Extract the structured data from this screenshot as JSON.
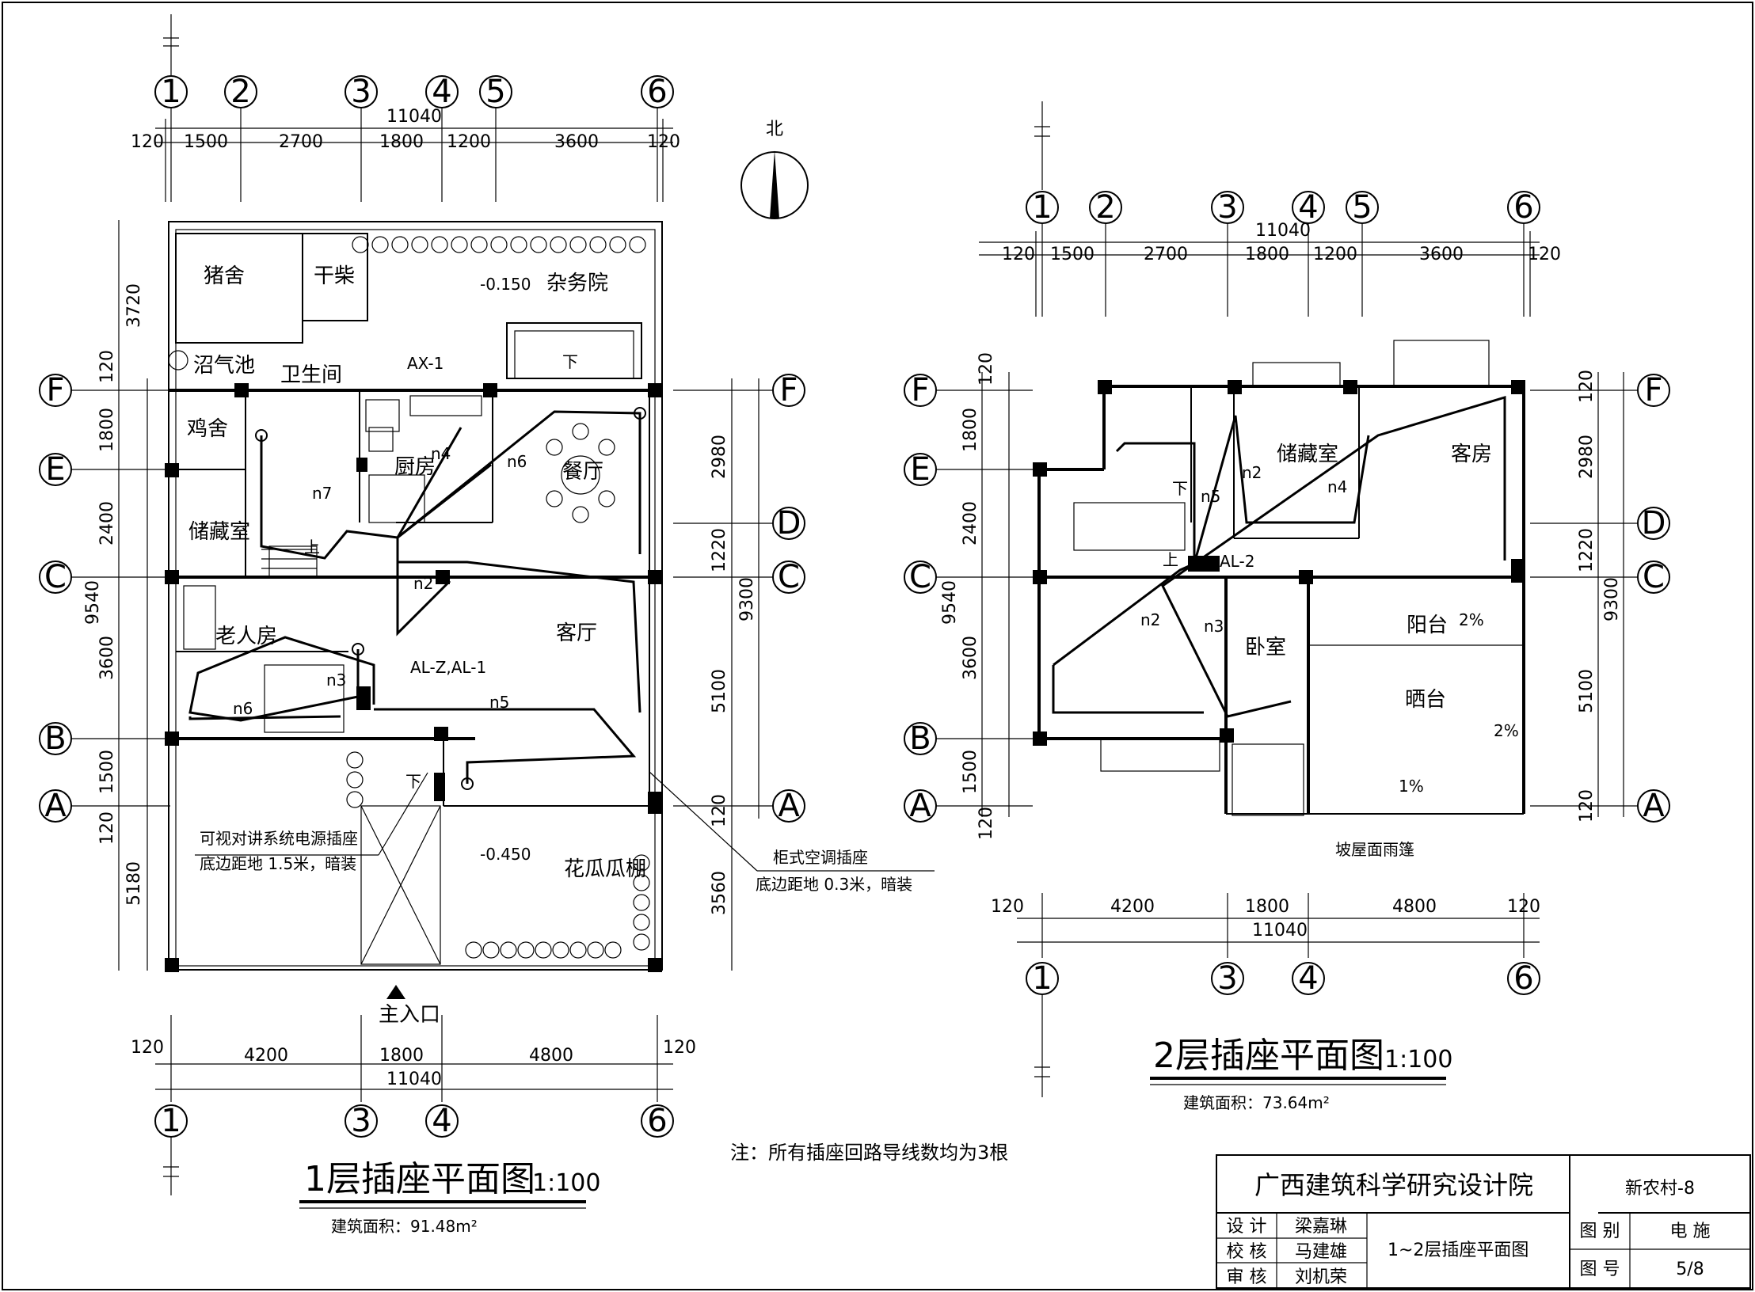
{
  "north": "北",
  "plan1": {
    "title": "1层插座平面图",
    "scale": "1:100",
    "area": "建筑面积：91.48m²",
    "axes_v": [
      "1",
      "2",
      "3",
      "4",
      "5",
      "6"
    ],
    "axes_h": [
      "F",
      "E",
      "D",
      "C",
      "B",
      "A"
    ],
    "top_dims": [
      "120",
      "1500",
      "2700",
      "1800",
      "1200",
      "3600",
      "120"
    ],
    "top_total": "11040",
    "bot_dims": [
      "120",
      "4200",
      "1800",
      "4800",
      "120"
    ],
    "bot_total": "11040",
    "bot_axes": [
      "1",
      "3",
      "4",
      "6"
    ],
    "left_dims": [
      "3720",
      "120",
      "1800",
      "2400",
      "3600",
      "1500",
      "120",
      "5180"
    ],
    "left_total": "9540",
    "right_dims": [
      "2980",
      "1220",
      "5100",
      "120",
      "3560"
    ],
    "right_total": "9300",
    "rooms": {
      "pig": "猪舍",
      "wood": "干柴",
      "yard": "杂务院",
      "yard_level": "-0.150",
      "biogas": "沼气池",
      "chicken": "鸡舍",
      "wc": "卫生间",
      "kitchen": "厨房",
      "dining": "餐厅",
      "storage": "储藏室",
      "elder": "老人房",
      "living": "客厅",
      "garden": "花瓜瓜棚",
      "garden_level": "-0.450",
      "entrance": "主入口",
      "stair_up": "上",
      "stair_down": "下"
    },
    "circuits": [
      "n2",
      "n3",
      "n4",
      "n5",
      "n6",
      "n6",
      "n7"
    ],
    "panels": [
      "AX-1",
      "AL-Z,AL-1"
    ],
    "note1a": "可视对讲系统电源插座",
    "note1b": "底边距地 1.5米，暗装",
    "note2a": "柜式空调插座",
    "note2b": "底边距地 0.3米，暗装"
  },
  "plan2": {
    "title": "2层插座平面图",
    "scale": "1:100",
    "area": "建筑面积：73.64m²",
    "axes_v": [
      "1",
      "2",
      "3",
      "4",
      "5",
      "6"
    ],
    "axes_h": [
      "F",
      "E",
      "D",
      "C",
      "B",
      "A"
    ],
    "top_dims": [
      "120",
      "1500",
      "2700",
      "1800",
      "1200",
      "3600",
      "120"
    ],
    "top_total": "11040",
    "bot_dims": [
      "120",
      "4200",
      "1800",
      "4800",
      "120"
    ],
    "bot_total": "11040",
    "bot_axes": [
      "1",
      "3",
      "4",
      "6"
    ],
    "left_dims": [
      "120",
      "1800",
      "2400",
      "3600",
      "1500",
      "120"
    ],
    "left_total": "9540",
    "right_dims": [
      "120",
      "2980",
      "1220",
      "5100",
      "120"
    ],
    "right_total": "9300",
    "rooms": {
      "storage": "储藏室",
      "guest": "客房",
      "bedroom": "卧室",
      "balcony": "阳台",
      "terrace": "晒台",
      "slope1": "2%",
      "slope2": "2%",
      "slope3": "1%",
      "stair_up": "上",
      "stair_down": "下",
      "eave": "坡屋面雨篷"
    },
    "circuits": [
      "n2",
      "n2",
      "n3",
      "n4",
      "n5"
    ],
    "panels": [
      "AL-2"
    ]
  },
  "general_note": "注：所有插座回路导线数均为3根",
  "title_block": {
    "institute": "广西建筑科学研究设计院",
    "project": "新农村-8",
    "rows": [
      {
        "role": "设 计",
        "name": "梁嘉琳"
      },
      {
        "role": "校 核",
        "name": "马建雄"
      },
      {
        "role": "审 核",
        "name": "刘机荣"
      }
    ],
    "drawing_name": "1~2层插座平面图",
    "category_label": "图 别",
    "category": "电 施",
    "number_label": "图 号",
    "number": "5/8"
  }
}
